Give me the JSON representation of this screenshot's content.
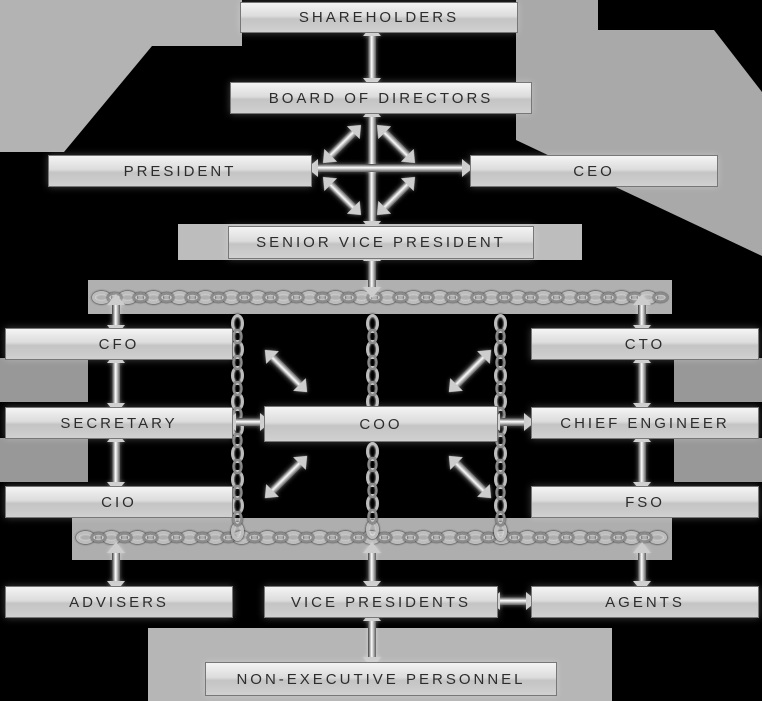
{
  "diagram_type": "organization-chart",
  "colors": {
    "background": "#000000",
    "node_fill": "#d9d9d9",
    "node_text": "#2d2d2d",
    "connector_metal": "#cdcdcd",
    "backdrop_gray": "#b3b3b3"
  },
  "nodes": {
    "shareholders": {
      "label": "SHAREHOLDERS"
    },
    "board_of_directors": {
      "label": "BOARD OF DIRECTORS"
    },
    "president": {
      "label": "PRESIDENT"
    },
    "ceo": {
      "label": "CEO"
    },
    "senior_vice_president": {
      "label": "SENIOR VICE PRESIDENT"
    },
    "cfo": {
      "label": "CFO"
    },
    "cto": {
      "label": "CTO"
    },
    "secretary": {
      "label": "SECRETARY"
    },
    "coo": {
      "label": "COO"
    },
    "chief_engineer": {
      "label": "CHIEF ENGINEER"
    },
    "cio": {
      "label": "CIO"
    },
    "fso": {
      "label": "FSO"
    },
    "advisers": {
      "label": "ADVISERS"
    },
    "vice_presidents": {
      "label": "VICE PRESIDENTS"
    },
    "agents": {
      "label": "AGENTS"
    },
    "non_executive_personnel": {
      "label": "NON-EXECUTIVE PERSONNEL"
    }
  },
  "edges": [
    {
      "from": "shareholders",
      "to": "board_of_directors",
      "connector": "double-arrow"
    },
    {
      "from": "board_of_directors",
      "to": "president",
      "connector": "double-arrow"
    },
    {
      "from": "board_of_directors",
      "to": "ceo",
      "connector": "double-arrow"
    },
    {
      "from": "president",
      "to": "ceo",
      "connector": "double-arrow"
    },
    {
      "from": "board_of_directors",
      "to": "senior_vice_president",
      "connector": "double-arrow"
    },
    {
      "from": "senior_vice_president",
      "to": "cfo",
      "connector": "chain"
    },
    {
      "from": "senior_vice_president",
      "to": "cto",
      "connector": "chain"
    },
    {
      "from": "senior_vice_president",
      "to": "coo",
      "connector": "chain"
    },
    {
      "from": "cfo",
      "to": "secretary",
      "connector": "double-arrow"
    },
    {
      "from": "secretary",
      "to": "cio",
      "connector": "double-arrow"
    },
    {
      "from": "cto",
      "to": "chief_engineer",
      "connector": "double-arrow"
    },
    {
      "from": "chief_engineer",
      "to": "fso",
      "connector": "double-arrow"
    },
    {
      "from": "secretary",
      "to": "coo",
      "connector": "double-arrow"
    },
    {
      "from": "coo",
      "to": "chief_engineer",
      "connector": "double-arrow"
    },
    {
      "from": "coo",
      "to": "advisers",
      "connector": "chain"
    },
    {
      "from": "coo",
      "to": "vice_presidents",
      "connector": "chain"
    },
    {
      "from": "coo",
      "to": "agents",
      "connector": "chain"
    },
    {
      "from": "vice_presidents",
      "to": "agents",
      "connector": "double-arrow"
    },
    {
      "from": "vice_presidents",
      "to": "non_executive_personnel",
      "connector": "double-arrow"
    }
  ]
}
